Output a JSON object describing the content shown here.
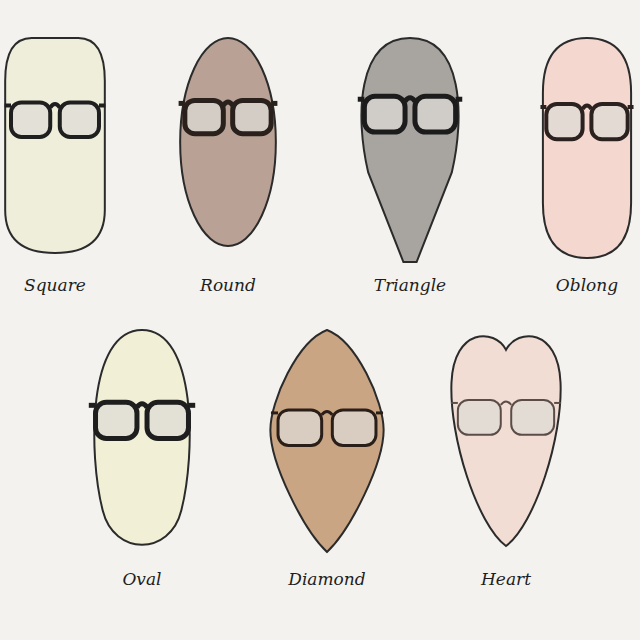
{
  "diagram": {
    "nodes": [
      {
        "text": [
          "Square"
        ]
      },
      {
        "text": [
          "Round"
        ]
      },
      {
        "text": [
          "Triangle"
        ]
      },
      {
        "text": [
          "Oblong"
        ]
      },
      {
        "text": [
          "Oval"
        ]
      },
      {
        "text": [
          "Diamond"
        ]
      },
      {
        "text": [
          "Heart"
        ]
      }
    ]
  }
}
